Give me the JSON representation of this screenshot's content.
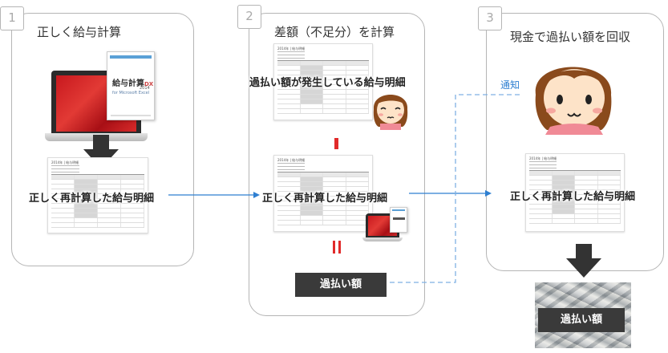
{
  "steps": [
    {
      "number": "1",
      "title": "正しく給与計算"
    },
    {
      "number": "2",
      "title": "差額（不足分）を計算"
    },
    {
      "number": "3",
      "title": "現金で過払い額を回収"
    }
  ],
  "labels": {
    "correct_payslip": "正しく再計算した給与明細",
    "overpaid_payslip": "過払い額が発生している給与明細",
    "overpayment_amount": "過払い額",
    "notify": "通知"
  },
  "product": {
    "title": "給与計算",
    "edition": "DX",
    "year": "2014",
    "subtitle": "for Microsoft Excel"
  },
  "colors": {
    "connector": "#2e7fd1",
    "dashed_connector": "#7fb1e3",
    "equals_mark": "#e12a2a",
    "dark_box": "#3a3a3a",
    "arrow": "#333333"
  }
}
